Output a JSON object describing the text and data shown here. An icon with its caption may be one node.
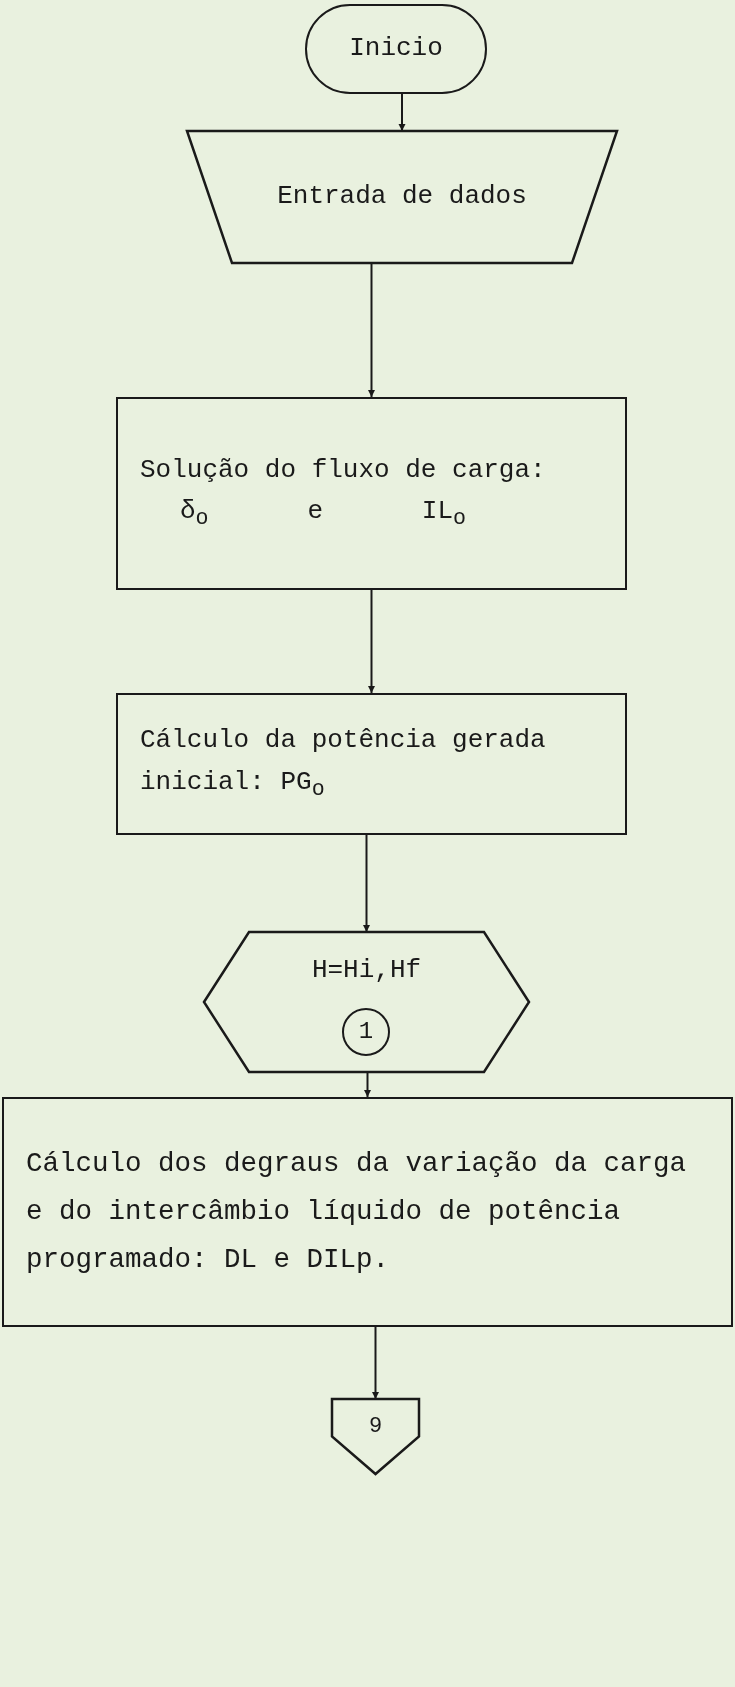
{
  "diagram": {
    "nodes": [
      {
        "text": [
          "Inicio"
        ]
      },
      {
        "text": [
          "Entrada de dados"
        ]
      },
      {
        "text": [
          "Solução do fluxo de carga:",
          "δ$_{o}$ e IL$_{o}$"
        ]
      },
      {
        "text": [
          "Cálculo da potência gerada inicial: PG$_{o}$"
        ]
      },
      {
        "text": [
          "H=Hi,Hf"
        ]
      },
      {
        "text": [
          "1"
        ],
        "in": 4
      },
      {
        "text": [
          "Cálculo dos degraus da variação da carga e do intercâmbio líquido de potência programado: DL e DILp."
        ]
      },
      {
        "text": [
          "9"
        ]
      }
    ],
    "edges": [
      {
        "from": 0,
        "to": 1,
        "arrow": "to"
      },
      {
        "from": 1,
        "to": 2,
        "arrow": "to"
      },
      {
        "from": 2,
        "to": 3,
        "arrow": "to"
      },
      {
        "from": 3,
        "to": 4,
        "arrow": "to"
      },
      {
        "from": 4,
        "to": 6,
        "arrow": "to"
      },
      {
        "from": 6,
        "to": 7,
        "arrow": "to"
      }
    ]
  }
}
